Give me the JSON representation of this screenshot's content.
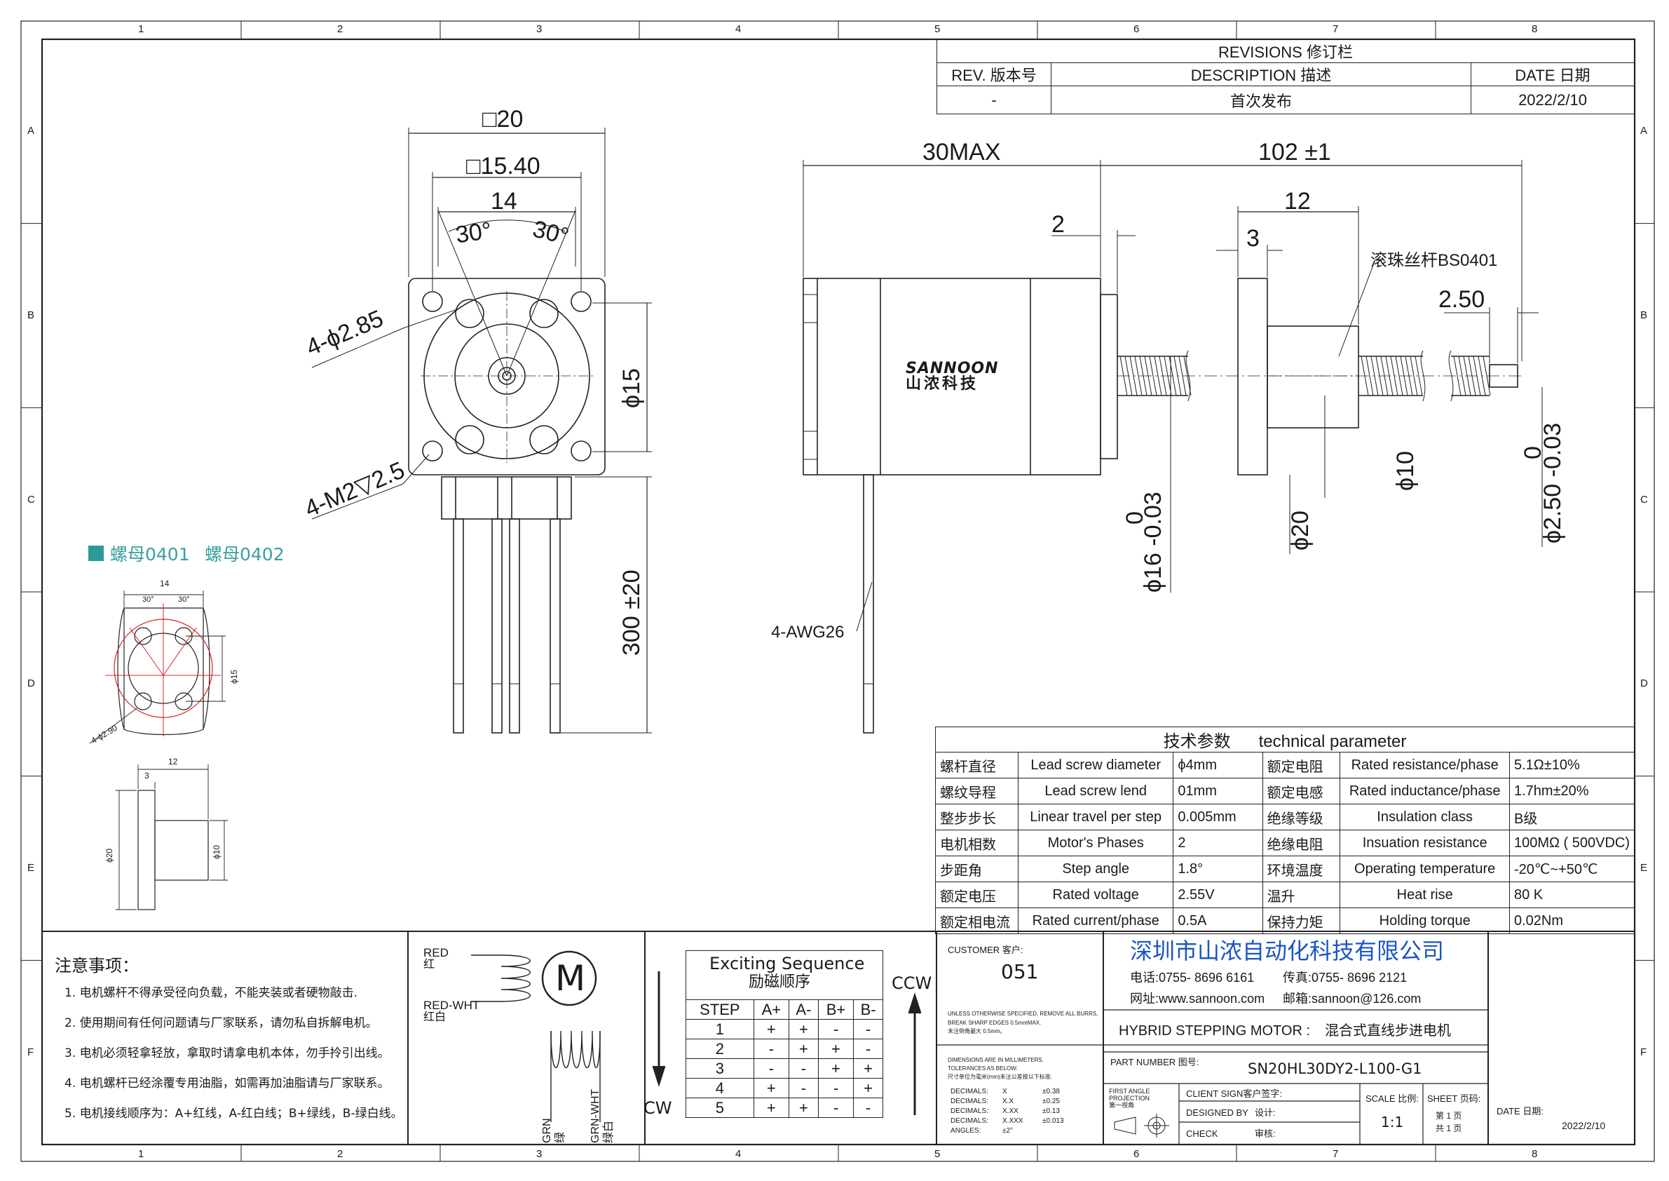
{
  "border": {
    "columns": [
      "1",
      "2",
      "3",
      "4",
      "5",
      "6",
      "7",
      "8"
    ],
    "rows": [
      "A",
      "B",
      "C",
      "D",
      "E",
      "F"
    ]
  },
  "revisions": {
    "title": "REVISIONS 修订栏",
    "headers": [
      "REV. 版本号",
      "DESCRIPTION 描述",
      "DATE 日期"
    ],
    "rows": [
      [
        "-",
        "首次发布",
        "2022/2/10"
      ]
    ]
  },
  "front_view": {
    "square_outer": "□20",
    "square_inner": "□15.40",
    "hole_spacing": "14",
    "angle_left": "30°",
    "angle_right": "30°",
    "holes": "4-ϕ2.85",
    "threads": "4-M2▽2.5",
    "height": "ϕ15",
    "lead_length": "300 ±20"
  },
  "side_view": {
    "body_max": "30MAX",
    "screw_length": "102 ±1",
    "shoulder": "2",
    "nut_width": "12",
    "flange": "3",
    "ballscrew_label": "滚珠丝杆BS0401",
    "tip": "2.50",
    "shaft_dia_top": "0",
    "shaft_dia": "ϕ16 -0.03",
    "nut_dia": "ϕ20",
    "nut_hub": "ϕ10",
    "tip_dia_top": "0",
    "tip_dia": "ϕ2.50 -0.03",
    "wire_label": "4-AWG26",
    "brand": "SANNOON",
    "brand_cn": "山浓科技"
  },
  "nut_detail": {
    "legend_a": "螺母0401",
    "legend_b": "螺母0402",
    "width": "14",
    "angle_left": "30°",
    "angle_right": "30°",
    "height": "ϕ15",
    "holes": "4-ϕ2.90",
    "side_width": "12",
    "side_flange": "3",
    "side_dia": "ϕ20",
    "side_hub": "ϕ10"
  },
  "colors": {
    "legend_square": "#2a9a9a",
    "legend_text": "#3aa0a0",
    "company": "#1a55c4",
    "detail_red": "#e02020"
  },
  "tech_params": {
    "title_cn": "技术参数",
    "title_en": "technical parameter",
    "rows": [
      [
        "螺杆直径",
        "Lead screw diameter",
        "ϕ4mm",
        "额定电阻",
        "Rated resistance/phase",
        "5.1Ω±10%"
      ],
      [
        "螺纹导程",
        "Lead screw lend",
        "01mm",
        "额定电感",
        "Rated inductance/phase",
        "1.7hm±20%"
      ],
      [
        "整步步长",
        "Linear travel per step",
        "0.005mm",
        "绝缘等级",
        "Insulation class",
        "B级"
      ],
      [
        "电机相数",
        "Motor's Phases",
        "2",
        "绝缘电阻",
        "Insuation resistance",
        "100MΩ ( 500VDC)"
      ],
      [
        "步距角",
        "Step angle",
        "1.8°",
        "环境温度",
        "Operating temperature",
        "-20℃~+50℃"
      ],
      [
        "额定电压",
        "Rated voltage",
        "2.55V",
        "温升",
        "Heat  rise",
        "80 K"
      ],
      [
        "额定相电流",
        "Rated current/phase",
        "0.5A",
        "保持力矩",
        "Holding torque",
        "0.02Nm"
      ]
    ]
  },
  "notes": {
    "title": "注意事项：",
    "items": [
      "1. 电机螺杆不得承受径向负载，不能夹装或者硬物敲击.",
      "2. 使用期间有任何问题请与厂家联系，请勿私自拆解电机。",
      "3. 电机必须轻拿轻放，拿取时请拿电机本体，勿手拎引出线。",
      "4. 电机螺杆已经涂覆专用油脂，如需再加油脂请与厂家联系。",
      "5. 电机接线顺序为：A+红线，A-红白线；B+绿线，B-绿白线。"
    ]
  },
  "wiring": {
    "red": "RED",
    "red_cn": "红",
    "red_wht": "RED-WHT",
    "red_wht_cn": "红白",
    "motor": "M",
    "grn": "GRN",
    "grn_cn": "绿",
    "grn_wht": "GRN-WHT",
    "grn_wht_cn": "绿白"
  },
  "sequence": {
    "title": "Exciting Sequence",
    "title_cn": "励磁顺序",
    "ccw": "CCW",
    "cw": "CW",
    "headers": [
      "STEP",
      "A+",
      "A-",
      "B+",
      "B-"
    ],
    "rows": [
      [
        "1",
        "+",
        "+",
        "-",
        "-"
      ],
      [
        "2",
        "-",
        "+",
        "+",
        "-"
      ],
      [
        "3",
        "-",
        "-",
        "+",
        "+"
      ],
      [
        "4",
        "+",
        "-",
        "-",
        "+"
      ],
      [
        "5",
        "+",
        "+",
        "-",
        "-"
      ]
    ]
  },
  "title_block": {
    "customer_label": "CUSTOMER 客户:",
    "customer": "051",
    "company": "深圳市山浓自动化科技有限公司",
    "phone": "电话:0755-  8696   6161",
    "fax": "传真:0755-  8696   2121",
    "web": "网址:www.sannoon.com",
    "email": "邮箱:sannoon@126.com",
    "note1": "UNLESS OTHERWISE SPECIFIED, REMOVE ALL BURRS,",
    "note2": "BREAK SHARP EDGES 0.5mmMAX.",
    "note3": "未注倒角最大 0.5mm。",
    "product": "HYBRID STEPPING MOTOR :",
    "product_cn": "混合式直线步进电机",
    "dims1": "DIMENSIONS ARE IN MILLIMETERS.",
    "dims2": "TOLERANCES AS BELOW:",
    "dims3": "尺寸单位为毫米(mm)未注公差按以下标准:",
    "tolerances": [
      [
        "DECIMALS:",
        "X",
        "±0.38"
      ],
      [
        "DECIMALS:",
        "X.X",
        "±0.25"
      ],
      [
        "DECIMALS:",
        "X.XX",
        "±0.13"
      ],
      [
        "DECIMALS:",
        "X.XXX",
        "±0.013"
      ],
      [
        "ANGLES:",
        "±2°",
        ""
      ]
    ],
    "part_label": "PART NUMBER 图号:",
    "part_number": "SN20HL30DY2-L100-G1",
    "projection1": "FIRST ANGLE",
    "projection2": "PROJECTION",
    "projection3": "第一视角",
    "client_sign": "CLIENT SIGN客户签字:",
    "designed": "DESIGNED BY",
    "designed_cn": "设计:",
    "check": "CHECK",
    "check_cn": "审核:",
    "scale_label": "SCALE 比例:",
    "scale": "1:1",
    "sheet_label": "SHEET 页码:",
    "sheet_a": "第 1 页",
    "sheet_b": "共 1 页",
    "date_label": "DATE 日期:",
    "date": "2022/2/10"
  }
}
